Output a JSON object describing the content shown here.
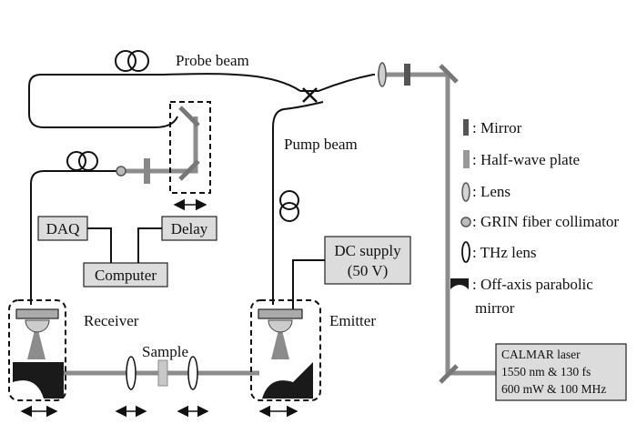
{
  "labels": {
    "probe_beam": "Probe beam",
    "pump_beam": "Pump beam",
    "receiver": "Receiver",
    "emitter": "Emitter",
    "sample": "Sample"
  },
  "boxes": {
    "daq": "DAQ",
    "delay": "Delay",
    "computer": "Computer",
    "dc_supply_line1": "DC supply",
    "dc_supply_line2": "(50 V)",
    "laser_line1": "CALMAR laser",
    "laser_line2": "1550 nm & 130 fs",
    "laser_line3": "600 mW & 100 MHz"
  },
  "legend": [
    {
      "icon": "mirror-icon",
      "label": ": Mirror"
    },
    {
      "icon": "half-wave-plate-icon",
      "label": ": Half-wave plate"
    },
    {
      "icon": "lens-icon",
      "label": ": Lens"
    },
    {
      "icon": "grin-collimator-icon",
      "label": ": GRIN fiber collimator"
    },
    {
      "icon": "thz-lens-icon",
      "label": ": THz lens"
    },
    {
      "icon": "parabolic-mirror-icon",
      "label": ": Off-axis parabolic"
    },
    {
      "icon": "",
      "label": "mirror"
    }
  ],
  "colors": {
    "beam": "#8c8c8c",
    "box_fill": "#dcdcdc",
    "optic": "#222222"
  }
}
